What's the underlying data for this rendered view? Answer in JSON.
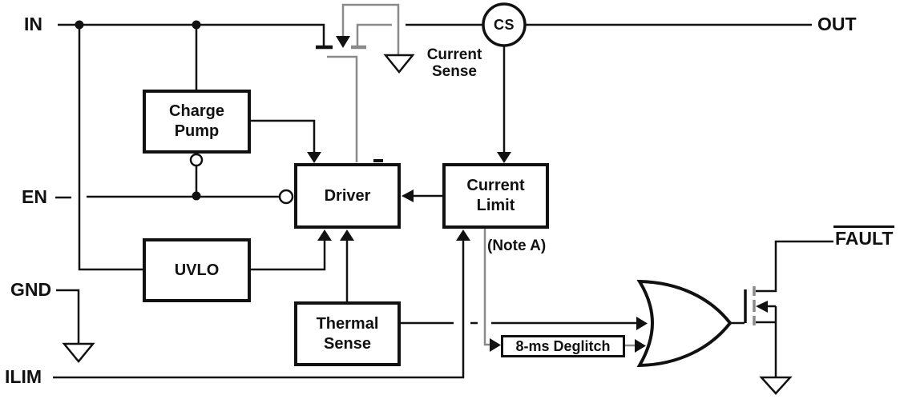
{
  "pins": {
    "in": "IN",
    "out": "OUT",
    "en": "EN",
    "gnd": "GND",
    "ilim": "ILIM",
    "fault": "FAULT"
  },
  "blocks": {
    "charge_pump_line1": "Charge",
    "charge_pump_line2": "Pump",
    "driver": "Driver",
    "current_limit_line1": "Current",
    "current_limit_line2": "Limit",
    "uvlo": "UVLO",
    "thermal_sense_line1": "Thermal",
    "thermal_sense_line2": "Sense",
    "deglitch": "8-ms Deglitch"
  },
  "annotations": {
    "current_sense_line1": "Current",
    "current_sense_line2": "Sense",
    "cs_bubble": "CS",
    "note": "(Note A)"
  },
  "icons": {
    "ground_symbols": [
      "gnd-ground-symbol",
      "fault-ground-symbol",
      "current-sense-triangle"
    ],
    "gates": [
      "or-gate"
    ],
    "transistors": [
      "pass-fet-symbol",
      "fault-fet-symbol"
    ]
  },
  "colors": {
    "line": "#111111",
    "gray_line": "#8a8a8a",
    "background": "#ffffff"
  }
}
